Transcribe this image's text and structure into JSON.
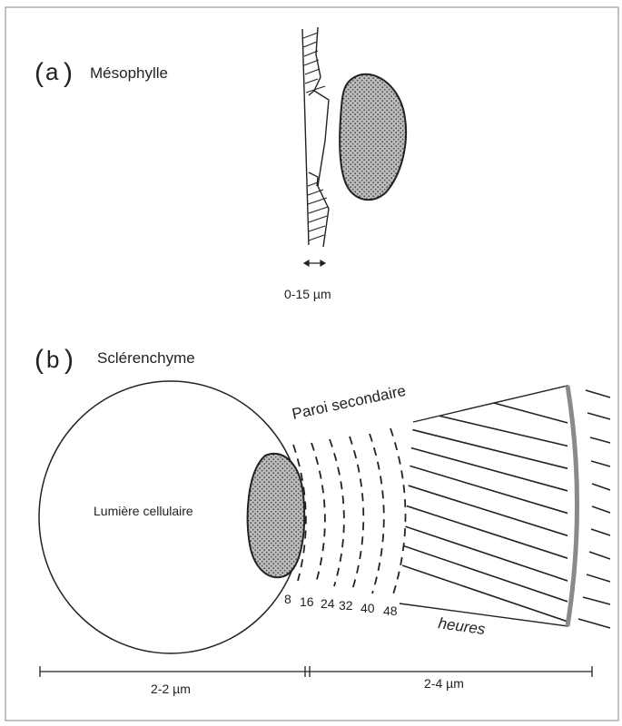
{
  "panel_a": {
    "letter": "a",
    "title": "Mésophylle",
    "scale_label": "0-15 µm"
  },
  "panel_b": {
    "letter": "b",
    "title": "Sclérenchyme",
    "lumen_label": "Lumière cellulaire",
    "wall_label": "Paroi secondaire",
    "time_label": "heures",
    "hour_ticks": [
      "8",
      "16",
      "24",
      "32",
      "40",
      "48"
    ],
    "scale_left": "2-2 µm",
    "scale_right": "2-4 µm"
  }
}
